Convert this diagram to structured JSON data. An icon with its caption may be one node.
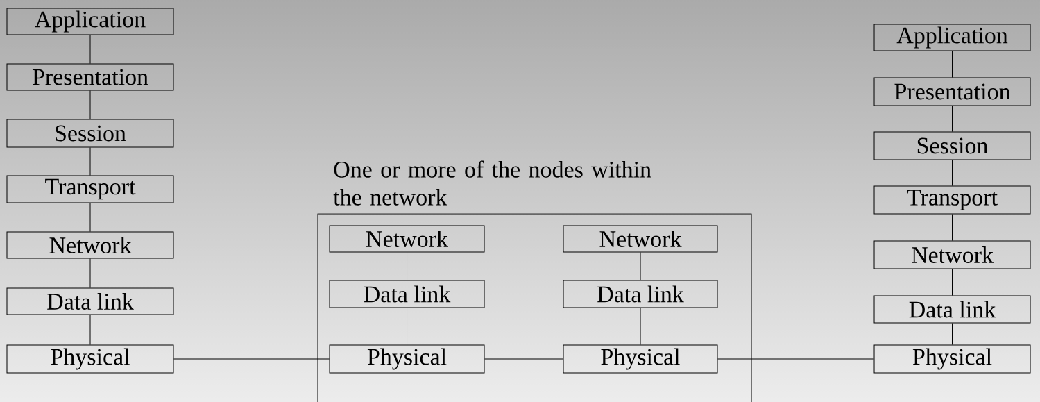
{
  "diagram": {
    "nodes": [
      {
        "text": [
          "Application"
        ]
      },
      {
        "text": [
          "Presentation"
        ]
      },
      {
        "text": [
          "Session"
        ]
      },
      {
        "text": [
          "Transport"
        ]
      },
      {
        "text": [
          "Network"
        ]
      },
      {
        "text": [
          "Data link"
        ]
      },
      {
        "text": [
          "Physical"
        ]
      },
      {
        "text": [
          "One or more of the nodes within the network"
        ]
      },
      {
        "text": [
          "Network"
        ],
        "in": 7
      },
      {
        "text": [
          "Data link"
        ],
        "in": 7
      },
      {
        "text": [
          "Physical"
        ],
        "in": 7
      },
      {
        "text": [
          "Network"
        ],
        "in": 7
      },
      {
        "text": [
          "Data link"
        ],
        "in": 7
      },
      {
        "text": [
          "Physical"
        ],
        "in": 7
      },
      {
        "text": [
          "Application"
        ]
      },
      {
        "text": [
          "Presentation"
        ]
      },
      {
        "text": [
          "Session"
        ]
      },
      {
        "text": [
          "Transport"
        ]
      },
      {
        "text": [
          "Network"
        ]
      },
      {
        "text": [
          "Data link"
        ]
      },
      {
        "text": [
          "Physical"
        ]
      }
    ],
    "edges": [
      {
        "from": 0,
        "to": 1,
        "arrow": "none"
      },
      {
        "from": 1,
        "to": 2,
        "arrow": "none"
      },
      {
        "from": 2,
        "to": 3,
        "arrow": "none"
      },
      {
        "from": 3,
        "to": 4,
        "arrow": "none"
      },
      {
        "from": 4,
        "to": 5,
        "arrow": "none"
      },
      {
        "from": 5,
        "to": 6,
        "arrow": "none"
      },
      {
        "from": 8,
        "to": 9,
        "arrow": "none"
      },
      {
        "from": 9,
        "to": 10,
        "arrow": "none"
      },
      {
        "from": 11,
        "to": 12,
        "arrow": "none"
      },
      {
        "from": 12,
        "to": 13,
        "arrow": "none"
      },
      {
        "from": 14,
        "to": 15,
        "arrow": "none"
      },
      {
        "from": 15,
        "to": 16,
        "arrow": "none"
      },
      {
        "from": 16,
        "to": 17,
        "arrow": "none"
      },
      {
        "from": 17,
        "to": 18,
        "arrow": "none"
      },
      {
        "from": 18,
        "to": 19,
        "arrow": "none"
      },
      {
        "from": 19,
        "to": 20,
        "arrow": "none"
      },
      {
        "from": 6,
        "to": 10,
        "arrow": "none"
      },
      {
        "from": 10,
        "to": 13,
        "arrow": "none"
      },
      {
        "from": 13,
        "to": 20,
        "arrow": "none"
      }
    ]
  }
}
